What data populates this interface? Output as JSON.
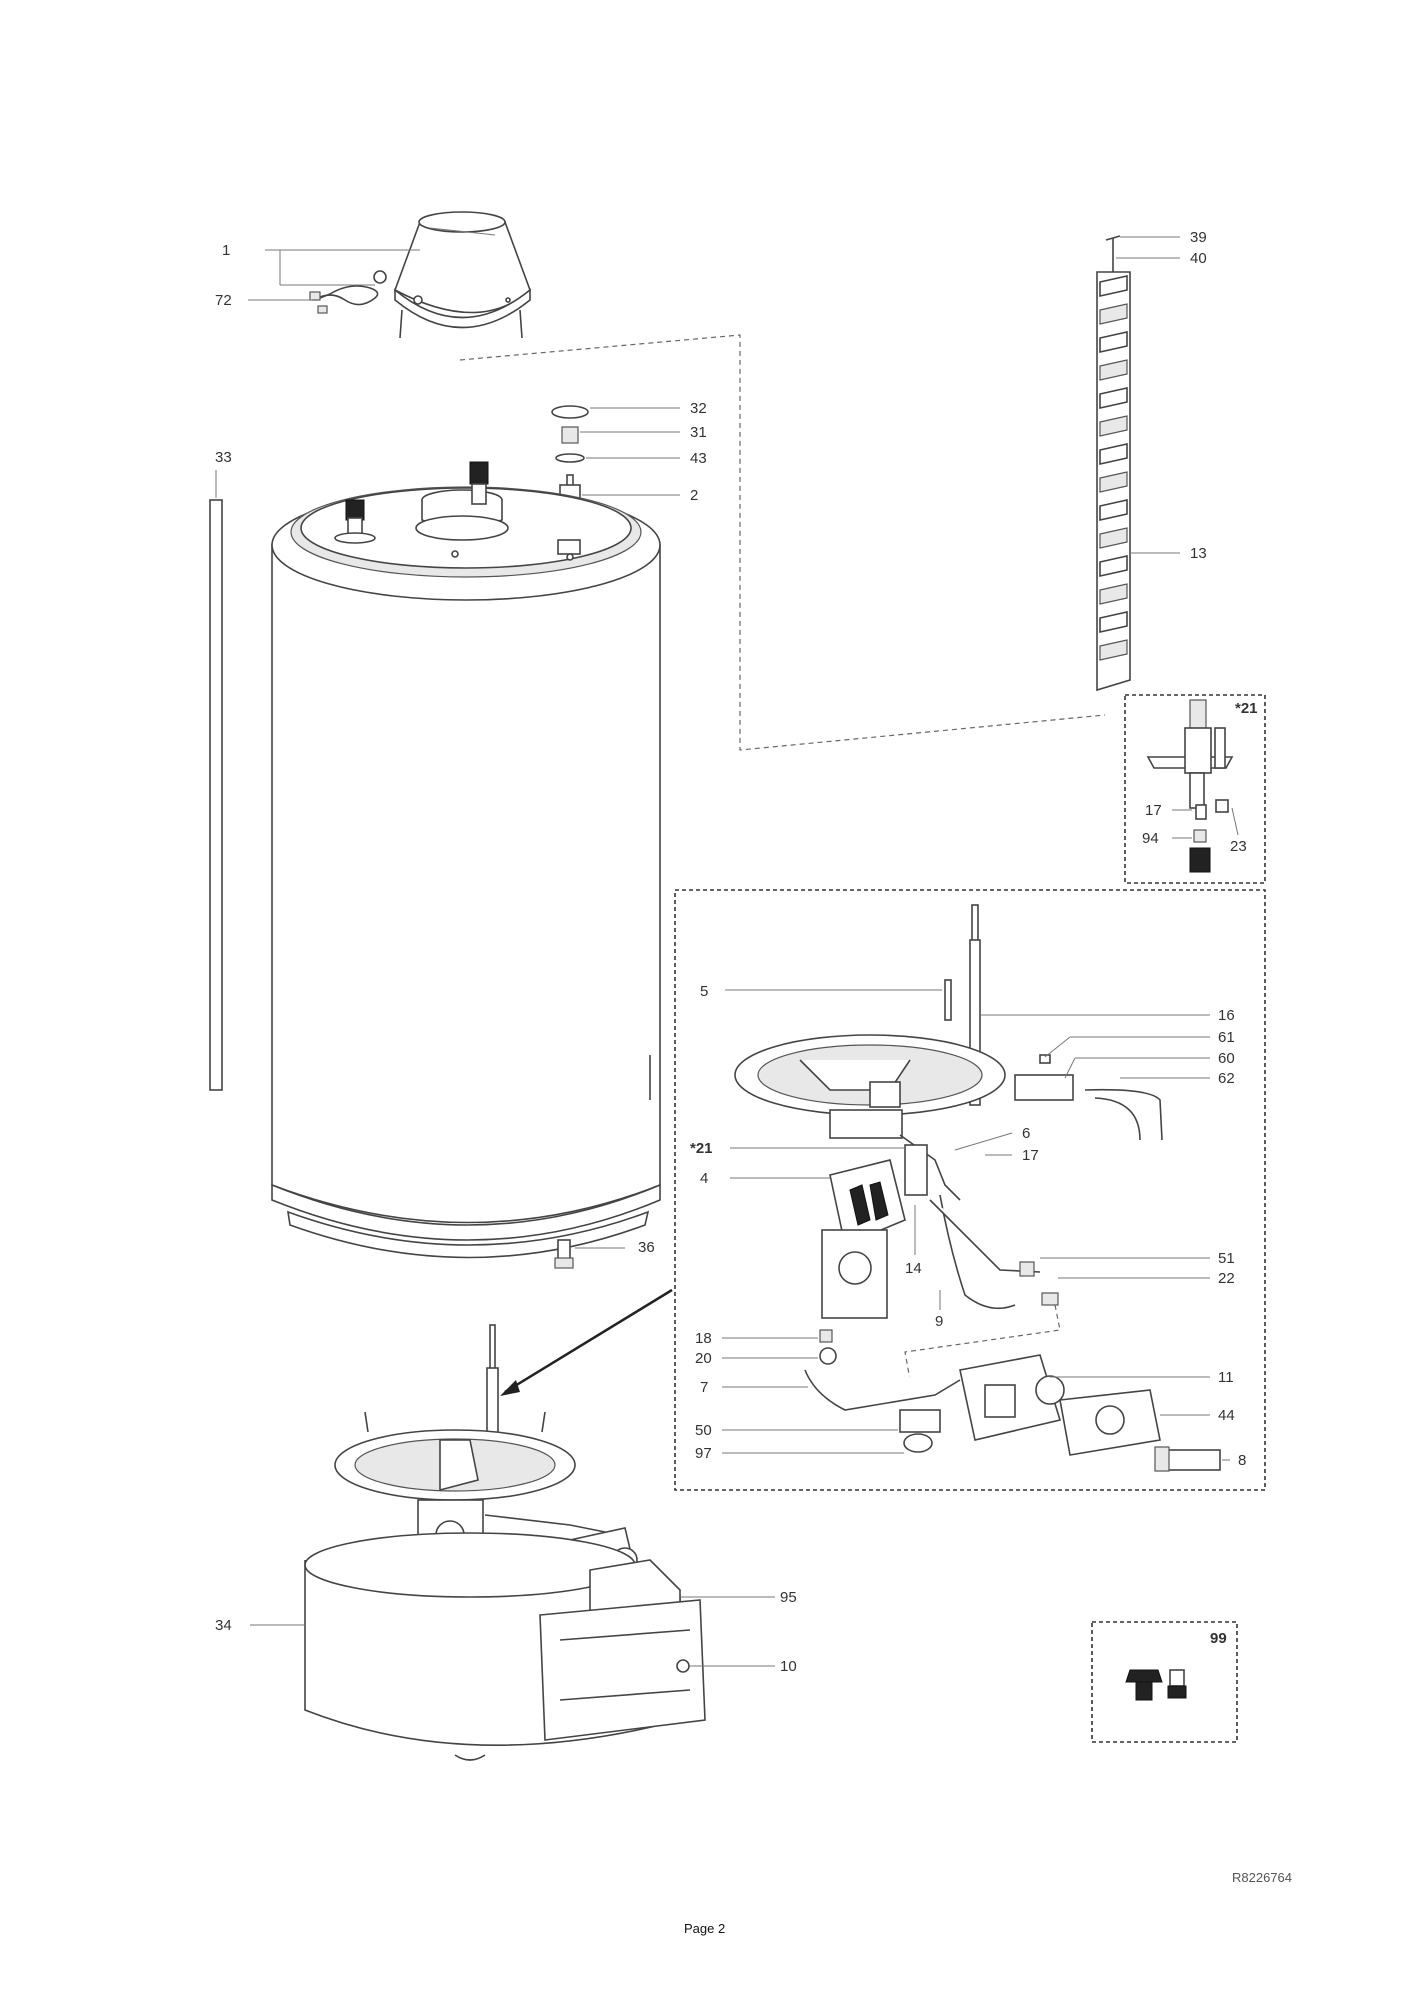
{
  "labels": {
    "l1": "1",
    "l72": "72",
    "l33": "33",
    "l32": "32",
    "l31": "31",
    "l43": "43",
    "l2": "2",
    "l39": "39",
    "l40": "40",
    "l13": "13",
    "l21a": "*21",
    "l17a": "17",
    "l94": "94",
    "l23": "23",
    "l5": "5",
    "l16": "16",
    "l61": "61",
    "l60": "60",
    "l62": "62",
    "l21b": "*21",
    "l6": "6",
    "l17b": "17",
    "l4": "4",
    "l14": "14",
    "l51": "51",
    "l22": "22",
    "l9": "9",
    "l18": "18",
    "l20": "20",
    "l7": "7",
    "l11": "11",
    "l50": "50",
    "l44": "44",
    "l97": "97",
    "l8": "8",
    "l36": "36",
    "l95": "95",
    "l34": "34",
    "l10": "10",
    "l99": "99"
  },
  "footer": {
    "ref_code": "R8226764",
    "page": "Page 2"
  }
}
